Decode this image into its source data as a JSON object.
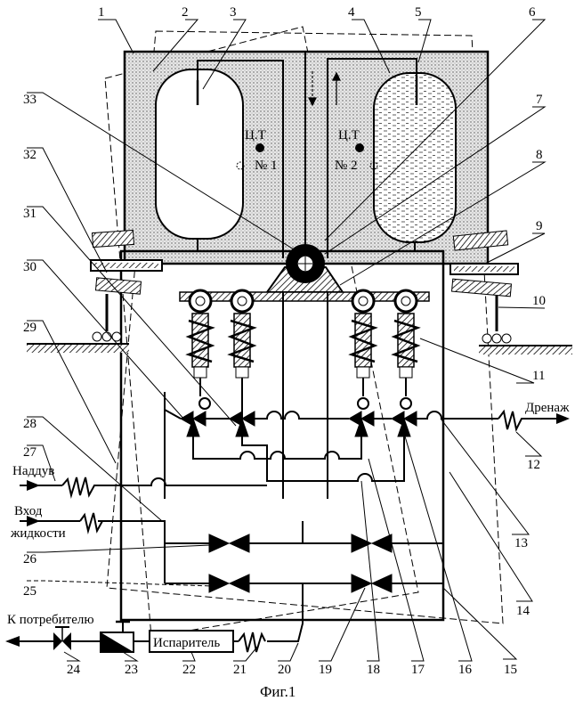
{
  "labels": {
    "top": [
      "1",
      "2",
      "3",
      "4",
      "5",
      "6"
    ],
    "right": [
      "7",
      "8",
      "9",
      "10",
      "11",
      "12",
      "13",
      "14",
      "15"
    ],
    "bottom": [
      "16",
      "17",
      "18",
      "19",
      "20",
      "21",
      "22",
      "23",
      "24"
    ],
    "left": [
      "25",
      "26",
      "27",
      "28",
      "29",
      "30",
      "31",
      "32",
      "33"
    ]
  },
  "tank1": {
    "label": "Ц.Т",
    "number": "№ 1"
  },
  "tank2": {
    "label": "Ц.Т",
    "number": "№ 2"
  },
  "text": {
    "drain": "Дренаж",
    "pressurization": "Наддув",
    "liquid_in_1": "Вход",
    "liquid_in_2": "жидкости",
    "to_consumer": "К потребителю",
    "evaporator": "Испаритель",
    "caption": "Фиг.1"
  }
}
